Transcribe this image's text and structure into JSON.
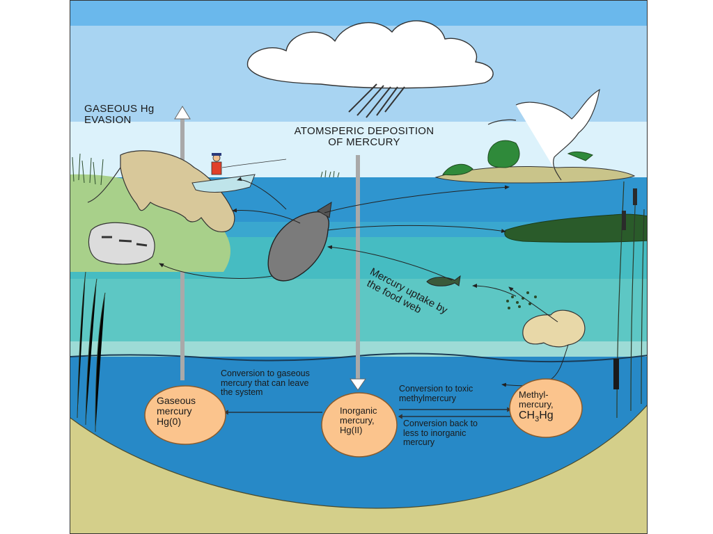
{
  "labels": {
    "gaseous_evasion": [
      "GASEOUS Hg",
      "EVASION"
    ],
    "atmospheric_deposition": [
      "ATOMSPERIC  DEPOSITION",
      "OF MERCURY"
    ],
    "food_web": [
      "Mercury uptake by",
      "the food web"
    ],
    "conversion_gaseous": [
      "Conversion to gaseous",
      "mercury that can leave",
      "the system"
    ],
    "conversion_methyl": [
      "Conversion to toxic",
      "methylmercury"
    ],
    "conversion_back": [
      "Conversion back to",
      "less to inorganic",
      "mercury"
    ]
  },
  "nodes": {
    "gaseous": {
      "lines": [
        "Gaseous",
        "mercury",
        "Hg(0)"
      ]
    },
    "inorganic": {
      "lines": [
        "Inorganic",
        "mercury,",
        "Hg(II)"
      ]
    },
    "methyl": {
      "lines": [
        "Methyl-",
        "mercury,"
      ],
      "formula_a": "CH",
      "formula_sub": "3",
      "formula_b": "Hg"
    }
  },
  "colors": {
    "sky_top": "#6ab8ec",
    "sky_mid": "#9fcff2",
    "sky_low": "#dcf2fb",
    "water_surface": "#2f95cf",
    "water_teal": "#46bcc2",
    "water_pale": "#9ddbd6",
    "sediment_water": "#2789c7",
    "sediment": "#d4cf8a",
    "node_fill": "#fbc48d",
    "node_stroke": "#8a5a2a",
    "arrow_grey": "#a9a9a9",
    "plant": "#3a6b3a",
    "island": "#2f8a3a",
    "gator": "#2a5b2a"
  }
}
